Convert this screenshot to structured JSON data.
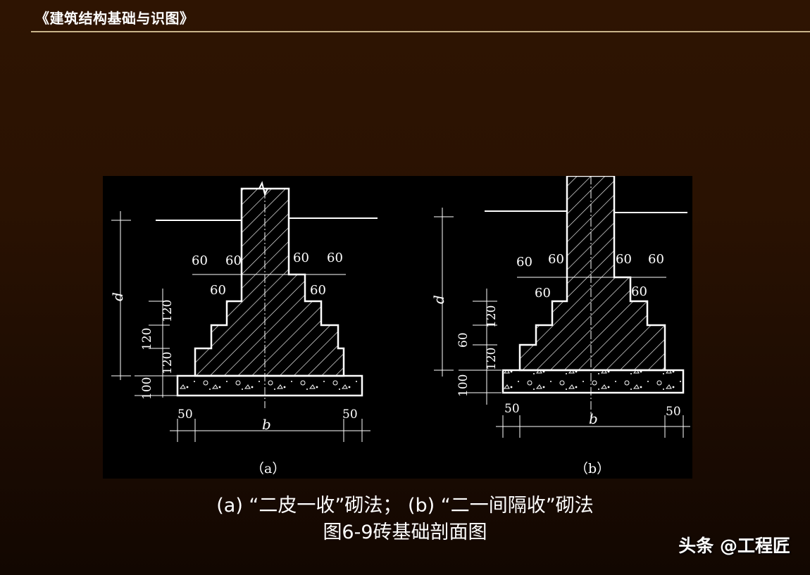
{
  "header": {
    "title": "《建筑结构基础与识图》"
  },
  "diagram_a": {
    "tag": "（a）",
    "top_dims": [
      "60",
      "60",
      "60",
      "60"
    ],
    "step_dims": [
      "60",
      "60"
    ],
    "vertical_dims": [
      "120",
      "120",
      "120",
      "100"
    ],
    "depth_label": "d",
    "width_label": "b",
    "side_dims": [
      "50",
      "50"
    ]
  },
  "diagram_b": {
    "tag": "（b）",
    "top_dims": [
      "60",
      "60",
      "60",
      "60"
    ],
    "step_dims": [
      "60",
      "60"
    ],
    "vertical_dims": [
      "120",
      "60",
      "120",
      "100"
    ],
    "depth_label": "d",
    "width_label": "b",
    "side_dims": [
      "50",
      "50"
    ]
  },
  "caption": {
    "line1": "(a) “二皮一收”砌法；  (b) “二一间隔收”砌法",
    "line2": "图6-9砖基础剖面图"
  },
  "watermark": "头条 @工程匠"
}
